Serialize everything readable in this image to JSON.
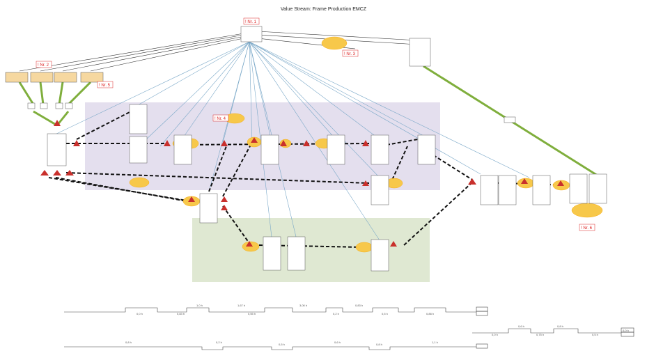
{
  "title": "Value Stream: Frame Production EMCZ",
  "kaizen": [
    "! Nr. 1",
    "! Nr. 2",
    "! Nr. 3",
    "! Nr. 4",
    "! Nr. 5",
    "! Nr. 6"
  ],
  "timeline_top": [
    "0,0 h",
    "0,83 h",
    "1,0 h",
    "1,67 h",
    "0,55 h",
    "3,00 h",
    "0,2 h",
    "0,83 h",
    "0,5 h",
    "0,88 h"
  ],
  "timeline_right": [
    "0,0 h",
    "0,6 h",
    "0,75 h",
    "0,8 h",
    "0,5 h",
    "0,0 h"
  ],
  "timeline_bottom": [
    "0,8 h",
    "0,2 h",
    "0,5 h",
    "0,6 h",
    "0,8 h",
    "1,1 h"
  ],
  "colors": {
    "purple_zone": "#e4dfee",
    "green_zone": "#dfe8d2",
    "push": "#111111",
    "info": "#7aa8c8",
    "kaizen": "#f7c84a",
    "green_line": "#7fae3c",
    "triangle": "#c9302c"
  }
}
